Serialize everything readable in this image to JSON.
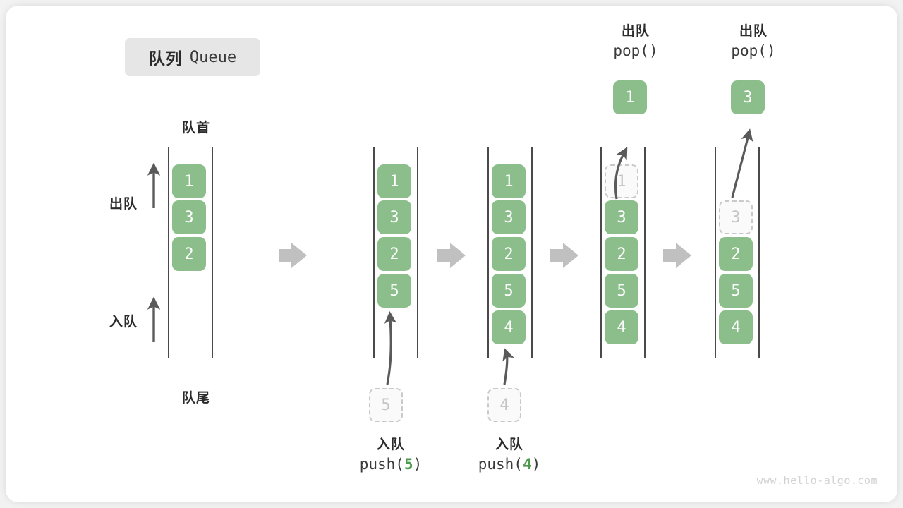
{
  "title": {
    "cn": "队列",
    "en": "Queue"
  },
  "labels": {
    "front": "队首",
    "rear": "队尾",
    "dequeue": "出队",
    "enqueue": "入队"
  },
  "colors": {
    "element_green": "#8cbe8c",
    "element_text": "#ffffff",
    "ghost_border": "#c9c9c9",
    "ghost_text": "#c4c4c4",
    "arrow_gray": "#5a5a5a",
    "step_arrow_gray": "#c0c0c0",
    "text_dark": "#2b2b2b",
    "badge_bg": "#e6e6e6",
    "accent_green_text": "#4c9a4c"
  },
  "axis_arrows": [
    {
      "name": "dequeue-direction",
      "label": "出队",
      "direction": "up"
    },
    {
      "name": "enqueue-direction",
      "label": "入队",
      "direction": "up"
    }
  ],
  "step_arrows": [
    {
      "name": "step-arrow-1"
    },
    {
      "name": "step-arrow-2"
    },
    {
      "name": "step-arrow-3"
    },
    {
      "name": "step-arrow-4"
    }
  ],
  "stages": [
    {
      "id": "stage-initial",
      "operation": null,
      "top_label": "队首",
      "bottom_label": "队尾",
      "elements": [
        {
          "value": "1",
          "state": "solid"
        },
        {
          "value": "3",
          "state": "solid"
        },
        {
          "value": "2",
          "state": "solid"
        }
      ],
      "incoming": null,
      "popped": null
    },
    {
      "id": "stage-push-5",
      "operation": {
        "cn": "入队",
        "code_prefix": "push(",
        "code_arg": "5",
        "code_suffix": ")"
      },
      "elements": [
        {
          "value": "1",
          "state": "solid"
        },
        {
          "value": "3",
          "state": "solid"
        },
        {
          "value": "2",
          "state": "solid"
        },
        {
          "value": "5",
          "state": "solid"
        }
      ],
      "incoming": {
        "value": "5",
        "state": "ghost"
      },
      "popped": null
    },
    {
      "id": "stage-push-4",
      "operation": {
        "cn": "入队",
        "code_prefix": "push(",
        "code_arg": "4",
        "code_suffix": ")"
      },
      "elements": [
        {
          "value": "1",
          "state": "solid"
        },
        {
          "value": "3",
          "state": "solid"
        },
        {
          "value": "2",
          "state": "solid"
        },
        {
          "value": "5",
          "state": "solid"
        },
        {
          "value": "4",
          "state": "solid"
        }
      ],
      "incoming": {
        "value": "4",
        "state": "ghost"
      },
      "popped": null
    },
    {
      "id": "stage-pop-1",
      "operation": {
        "cn": "出队",
        "code_prefix": "pop(",
        "code_arg": "",
        "code_suffix": ")"
      },
      "elements": [
        {
          "value": "1",
          "state": "ghost"
        },
        {
          "value": "3",
          "state": "solid"
        },
        {
          "value": "2",
          "state": "solid"
        },
        {
          "value": "5",
          "state": "solid"
        },
        {
          "value": "4",
          "state": "solid"
        }
      ],
      "incoming": null,
      "popped": {
        "value": "1",
        "state": "solid"
      }
    },
    {
      "id": "stage-pop-3",
      "operation": {
        "cn": "出队",
        "code_prefix": "pop(",
        "code_arg": "",
        "code_suffix": ")"
      },
      "elements": [
        {
          "value": "",
          "state": "empty"
        },
        {
          "value": "3",
          "state": "ghost"
        },
        {
          "value": "2",
          "state": "solid"
        },
        {
          "value": "5",
          "state": "solid"
        },
        {
          "value": "4",
          "state": "solid"
        }
      ],
      "incoming": null,
      "popped": {
        "value": "3",
        "state": "solid"
      }
    }
  ],
  "watermark": "www.hello-algo.com"
}
